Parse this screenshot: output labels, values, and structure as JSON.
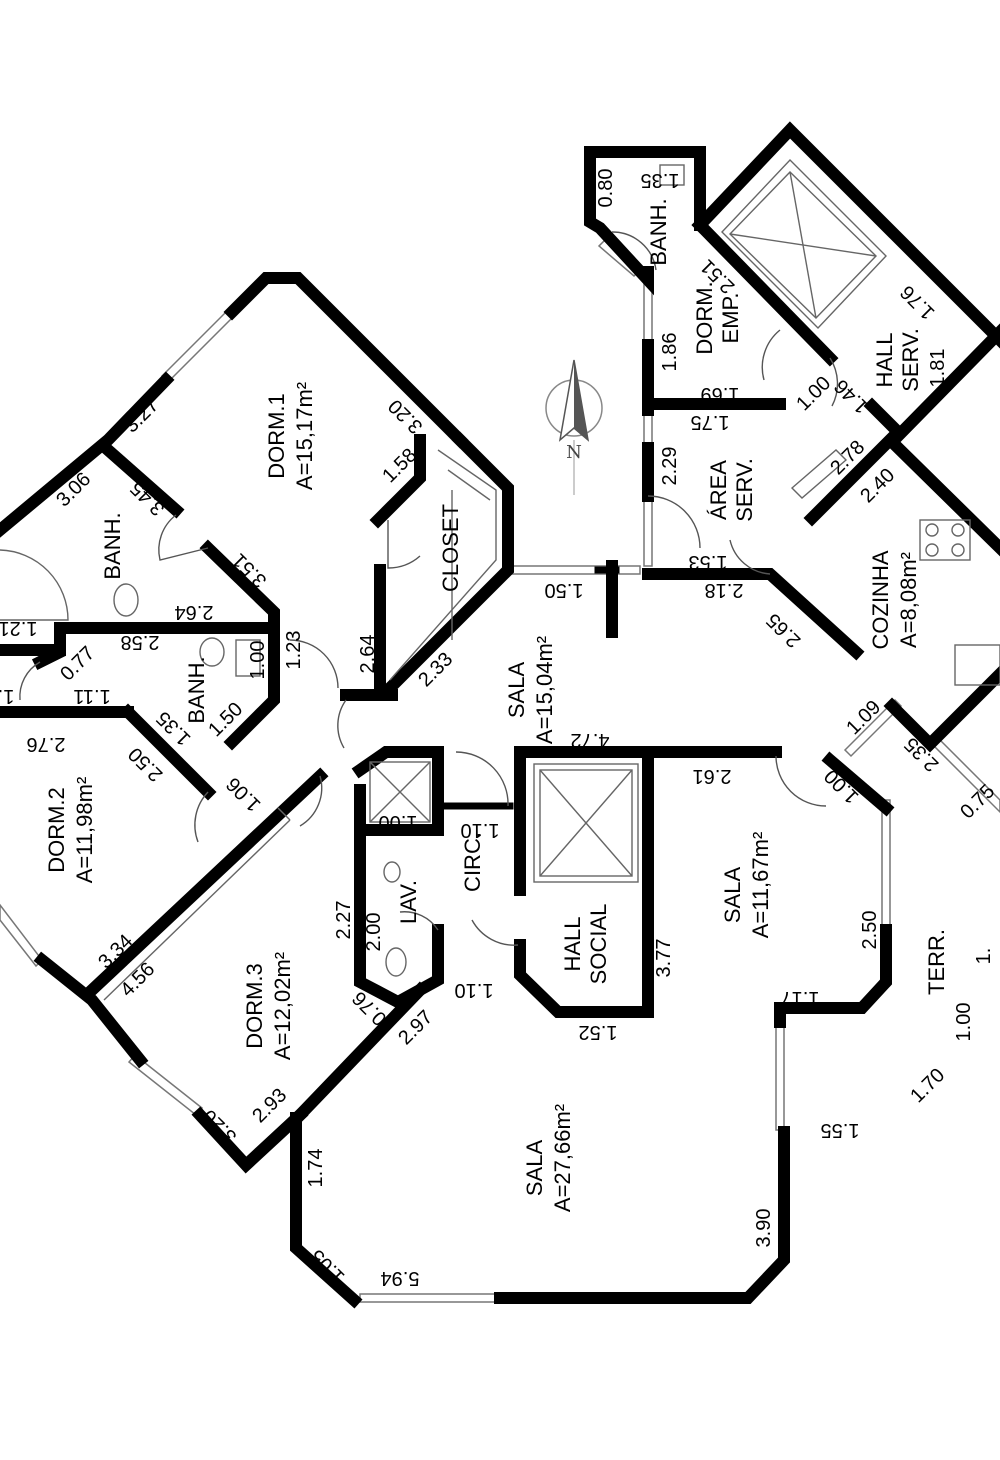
{
  "rooms": {
    "dorm1": {
      "name": "DORM.1",
      "area": "A=15,17m²"
    },
    "dorm2": {
      "name": "DORM.2",
      "area": "A=11,98m²"
    },
    "dorm3": {
      "name": "DORM.3",
      "area": "A=12,02m²"
    },
    "banh1": {
      "name": "BANH."
    },
    "banh2": {
      "name": "BANH."
    },
    "banh_emp": {
      "name": "BANH."
    },
    "closet": {
      "name": "CLOSET"
    },
    "sala_center": {
      "name": "SALA",
      "area": "A=15,04m²"
    },
    "sala_right": {
      "name": "SALA",
      "area": "A=11,67m²"
    },
    "sala_bottom": {
      "name": "SALA",
      "area": "A=27,66m²"
    },
    "dorm_emp": {
      "name": "DORM.",
      "line2": "EMP."
    },
    "hall_serv": {
      "name": "HALL",
      "line2": "SERV."
    },
    "area_serv": {
      "name": "ÁREA",
      "line2": "SERV."
    },
    "cozinha": {
      "name": "COZINHA",
      "area": "A=8,08m²"
    },
    "lav": {
      "name": "LAV."
    },
    "circ": {
      "name": "CIRC."
    },
    "hall_social": {
      "name": "HALL",
      "line2": "SOCIAL"
    },
    "terr": {
      "name": "TERR."
    }
  },
  "dimensions": {
    "d_327": "3.27",
    "d_320a": "3.20",
    "d_158": "1.58",
    "d_306": "3.06",
    "d_345": "3.45",
    "d_351": "3.51",
    "d_264a": "2.64",
    "d_121": "1.21",
    "d_258": "2.58",
    "d_077": "0.77",
    "d_100a": "1.00",
    "d_123": "1.23",
    "d_264b": "2.64",
    "d_1x": "1.",
    "d_111": "1.11",
    "d_135a": "1.35",
    "d_150a": "1.50",
    "d_276": "2.76",
    "d_250a": "2.50",
    "d_106": "1.06",
    "d_233": "2.33",
    "d_150b": "1.50",
    "d_334": "3.34",
    "d_456": "4.56",
    "d_227": "2.27",
    "d_200": "2.00",
    "d_100b": "1.00",
    "d_110a": "1.10",
    "d_110b": "1.10",
    "d_076": "0.76",
    "d_297": "2.97",
    "d_320b": "3.20",
    "d_293": "2.93",
    "d_174": "1.74",
    "d_105": "1.05",
    "d_594": "5.94",
    "d_390": "3.90",
    "d_152": "1.52",
    "d_377": "3.77",
    "d_472": "4.72",
    "d_261": "2.61",
    "d_100c": "1.00",
    "d_250b": "2.50",
    "d_117": "1.17",
    "d_155": "1.55",
    "d_170": "1.70",
    "d_100d": "1.00",
    "d_1y": "1.",
    "d_075": "0.75",
    "d_235": "2.35",
    "d_109": "1.09",
    "d_265": "2.65",
    "d_218": "2.18",
    "d_153": "1.53",
    "d_229": "2.29",
    "d_175": "1.75",
    "d_169": "1.69",
    "d_186": "1.86",
    "d_080": "0.80",
    "d_135b": "1.35",
    "d_251": "2.51",
    "d_176": "1.76",
    "d_181": "1.81",
    "d_146": "1.46",
    "d_100e": "1.00",
    "d_278": "2.78",
    "d_240": "2.40"
  },
  "compass": {
    "label": "N"
  }
}
